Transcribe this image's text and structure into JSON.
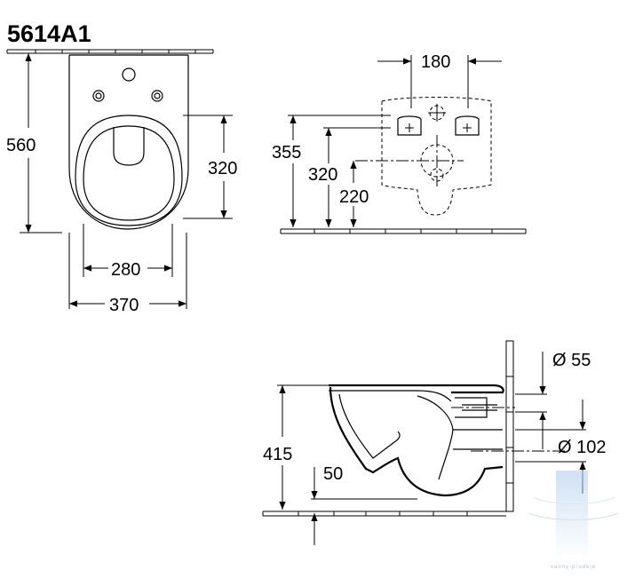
{
  "title": "5614A1",
  "top_view": {
    "dim_depth": "560",
    "dim_seat": "320",
    "dim_inner_width": "280",
    "dim_outer_width": "370"
  },
  "wall_view": {
    "dim_bolt_spacing": "180",
    "dim_355": "355",
    "dim_320": "320",
    "dim_220": "220"
  },
  "side_view": {
    "dim_height": "415",
    "dim_floor_clear": "50",
    "dim_inlet": "Ø 55",
    "dim_outlet": "Ø 102"
  },
  "watermark": {
    "text": "vanny-prodeje",
    "color": "#9aa9b8"
  }
}
